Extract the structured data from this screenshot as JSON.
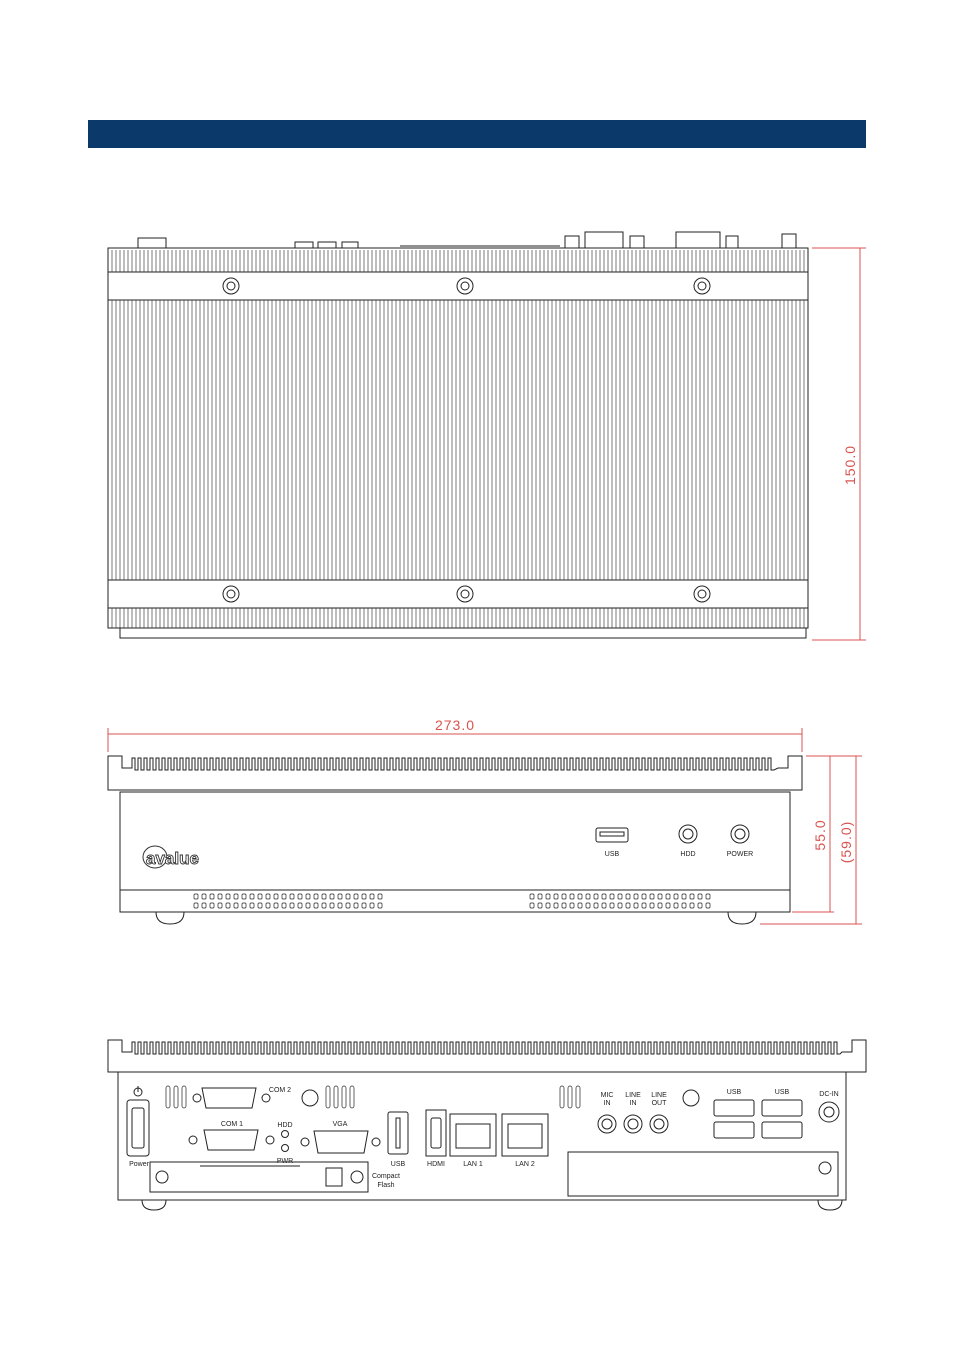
{
  "header": {
    "color": "#0b3a6a"
  },
  "dimensions": {
    "depth": "150.0",
    "width": "273.0",
    "height": "55.0",
    "height_total": "(59.0)"
  },
  "front": {
    "brand": "avalue",
    "usb": "USB",
    "hdd": "HDD",
    "power": "POWER"
  },
  "rear": {
    "power": "Power",
    "com1": "COM 1",
    "com2": "COM 2",
    "hdd": "HDD",
    "pwr": "PWR",
    "vga": "VGA",
    "usb": "USB",
    "hdmi": "HDMI",
    "lan1": "LAN 1",
    "lan2": "LAN 2",
    "cf_line1": "Compact",
    "cf_line2": "Flash",
    "mic_line1": "MIC",
    "mic_line2": "IN",
    "linein_line1": "LINE",
    "linein_line2": "IN",
    "lineout_line1": "LINE",
    "lineout_line2": "OUT",
    "usb_a": "USB",
    "usb_b": "USB",
    "dcin": "DC-IN"
  }
}
